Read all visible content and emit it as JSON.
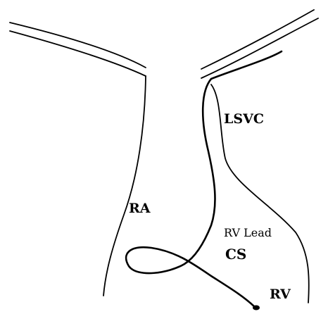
{
  "diagram": {
    "labels": {
      "lsvc": "LSVC",
      "ra": "RA",
      "rv_lead": "RV Lead",
      "cs": "CS",
      "rv": "RV"
    },
    "colors": {
      "stroke": "#000000",
      "background": "#ffffff"
    }
  }
}
